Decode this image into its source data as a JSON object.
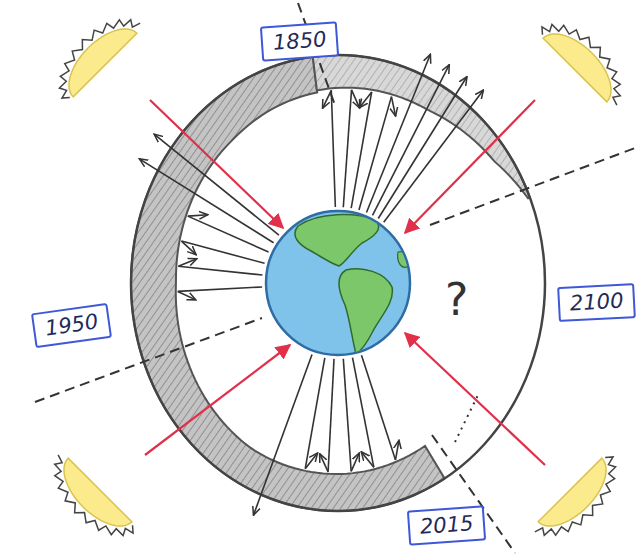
{
  "diagram": {
    "nodes": [
      {
        "text": [
          "1850"
        ]
      },
      {
        "text": [
          "2100"
        ]
      },
      {
        "text": [
          "1950"
        ]
      },
      {
        "text": [
          "2015"
        ]
      }
    ],
    "labels": [
      "?"
    ]
  }
}
